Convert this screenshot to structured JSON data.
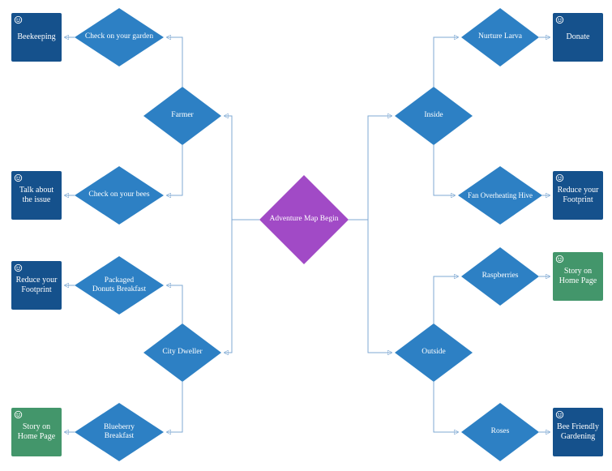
{
  "diagram": {
    "type": "flowchart",
    "background": "#ffffff",
    "colors": {
      "decision_diamond": "#2D80C4",
      "start_diamond": "#A14AC6",
      "action_square": "#15518C",
      "highlight_square": "#43966B",
      "connector": "#7FA9D3",
      "label_text": "#ffffff"
    },
    "nodes": {
      "begin": {
        "label": "Adventure Map Begin",
        "shape": "diamond",
        "color": "purple"
      },
      "farmer": {
        "label": "Farmer",
        "shape": "diamond",
        "color": "blue"
      },
      "city_dweller": {
        "label": "City Dweller",
        "shape": "diamond",
        "color": "blue"
      },
      "check_garden": {
        "label": "Check on your garden",
        "shape": "diamond",
        "color": "blue"
      },
      "check_bees": {
        "label": "Check on your bees",
        "shape": "diamond",
        "color": "blue"
      },
      "packaged_donuts": {
        "label": "Packaged\nDonuts Breakfast",
        "shape": "diamond",
        "color": "blue"
      },
      "blueberry": {
        "label": "Blueberry\nBreakfast",
        "shape": "diamond",
        "color": "blue"
      },
      "beekeeping": {
        "label": "Beekeeping",
        "shape": "square",
        "color": "dark-blue"
      },
      "talk_issue": {
        "label": "Talk about\nthe issue",
        "shape": "square",
        "color": "dark-blue"
      },
      "reduce_left": {
        "label": "Reduce your\nFootprint",
        "shape": "square",
        "color": "dark-blue"
      },
      "story_left": {
        "label": "Story on\nHome Page",
        "shape": "square",
        "color": "green"
      },
      "inside": {
        "label": "Inside",
        "shape": "diamond",
        "color": "blue"
      },
      "outside": {
        "label": "Outside",
        "shape": "diamond",
        "color": "blue"
      },
      "nurture_larva": {
        "label": "Nurture Larva",
        "shape": "diamond",
        "color": "blue"
      },
      "fan_hive": {
        "label": "Fan Overheating Hive",
        "shape": "diamond",
        "color": "blue"
      },
      "raspberries": {
        "label": "Raspberries",
        "shape": "diamond",
        "color": "blue"
      },
      "roses": {
        "label": "Roses",
        "shape": "diamond",
        "color": "blue"
      },
      "donate": {
        "label": "Donate",
        "shape": "square",
        "color": "dark-blue"
      },
      "reduce_right": {
        "label": "Reduce your\nFootprint",
        "shape": "square",
        "color": "dark-blue"
      },
      "story_right": {
        "label": "Story on\nHome Page",
        "shape": "square",
        "color": "green"
      },
      "bee_friendly": {
        "label": "Bee Friendly\nGardening",
        "shape": "square",
        "color": "dark-blue"
      }
    },
    "edges": [
      {
        "from": "Adventure Map Begin",
        "to": "Farmer"
      },
      {
        "from": "Adventure Map Begin",
        "to": "City Dweller"
      },
      {
        "from": "Farmer",
        "to": "Check on your garden"
      },
      {
        "from": "Check on your garden",
        "to": "Beekeeping"
      },
      {
        "from": "Farmer",
        "to": "Check on your bees"
      },
      {
        "from": "Check on your bees",
        "to": "Talk about the issue"
      },
      {
        "from": "City Dweller",
        "to": "Packaged Donuts Breakfast"
      },
      {
        "from": "Packaged Donuts Breakfast",
        "to": "Reduce your Footprint"
      },
      {
        "from": "City Dweller",
        "to": "Blueberry Breakfast"
      },
      {
        "from": "Blueberry Breakfast",
        "to": "Story on Home Page"
      },
      {
        "from": "Adventure Map Begin",
        "to": "Inside"
      },
      {
        "from": "Adventure Map Begin",
        "to": "Outside"
      },
      {
        "from": "Inside",
        "to": "Nurture Larva"
      },
      {
        "from": "Nurture Larva",
        "to": "Donate"
      },
      {
        "from": "Inside",
        "to": "Fan Overheating Hive"
      },
      {
        "from": "Fan Overheating Hive",
        "to": "Reduce your Footprint"
      },
      {
        "from": "Outside",
        "to": "Raspberries"
      },
      {
        "from": "Raspberries",
        "to": "Story on Home Page"
      },
      {
        "from": "Outside",
        "to": "Roses"
      },
      {
        "from": "Roses",
        "to": "Bee Friendly Gardening"
      }
    ]
  }
}
